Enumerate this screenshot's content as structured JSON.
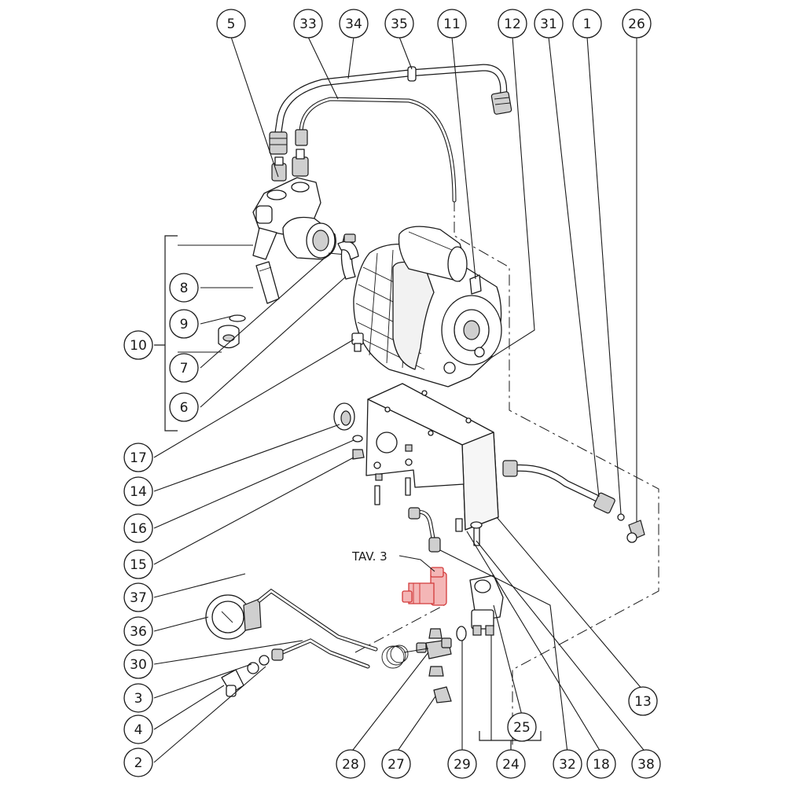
{
  "diagram": {
    "reference_label": "TAV. 3",
    "callouts": {
      "c5": "5",
      "c33": "33",
      "c34": "34",
      "c35": "35",
      "c11": "11",
      "c12": "12",
      "c31": "31",
      "c1": "1",
      "c26": "26",
      "c8": "8",
      "c9": "9",
      "c10": "10",
      "c7": "7",
      "c6": "6",
      "c17": "17",
      "c14": "14",
      "c16": "16",
      "c15": "15",
      "c37": "37",
      "c36": "36",
      "c30": "30",
      "c3": "3",
      "c4": "4",
      "c2": "2",
      "c28": "28",
      "c27": "27",
      "c29": "29",
      "c25": "25",
      "c24": "24",
      "c32": "32",
      "c18": "18",
      "c38": "38",
      "c13": "13"
    },
    "colors": {
      "line": "#1a1a1a",
      "highlight": "#d23a3a",
      "highlight_fill": "#f4b6b6"
    }
  }
}
